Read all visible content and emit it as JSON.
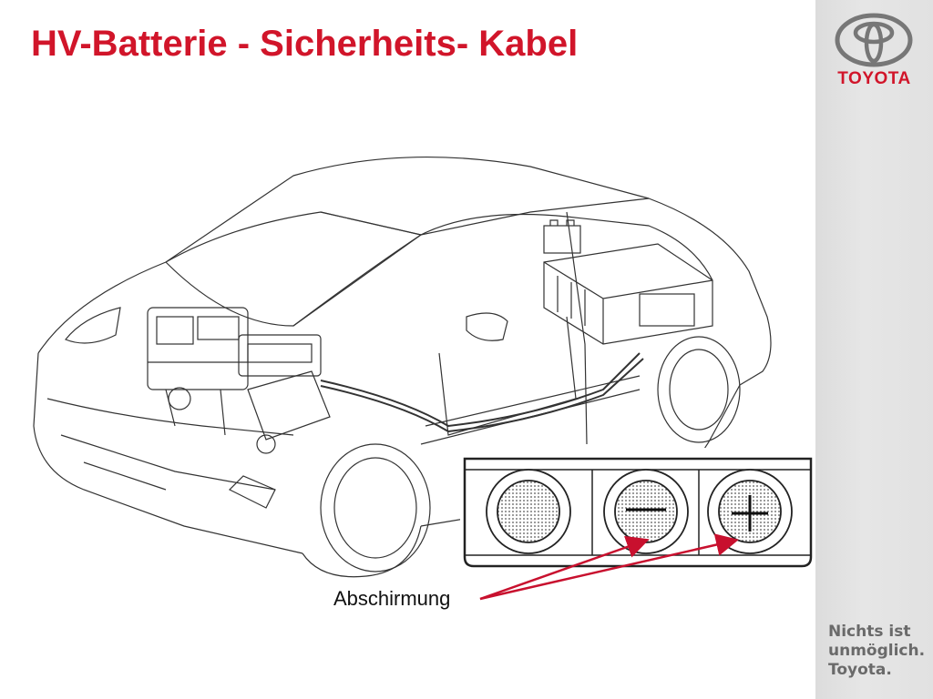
{
  "slide": {
    "title": "HV-Batterie - Sicherheits- Kabel",
    "callout_label": "Abschirmung"
  },
  "brand": {
    "name": "TOYOTA",
    "logo_icon": "toyota-emblem-icon",
    "slogan_lines": [
      "Nichts ist",
      "unmöglich.",
      "Toyota."
    ]
  },
  "inset": {
    "connectors": [
      {
        "name": "shield-terminal-icon",
        "symbol": ""
      },
      {
        "name": "minus-terminal-icon",
        "symbol": "−"
      },
      {
        "name": "plus-terminal-icon",
        "symbol": "+"
      }
    ]
  },
  "colors": {
    "title": "#d1152a",
    "brand": "#d1152a",
    "slogan": "#6a6a6a",
    "arrow": "#c8102e",
    "panel": "#e1e1e1"
  }
}
